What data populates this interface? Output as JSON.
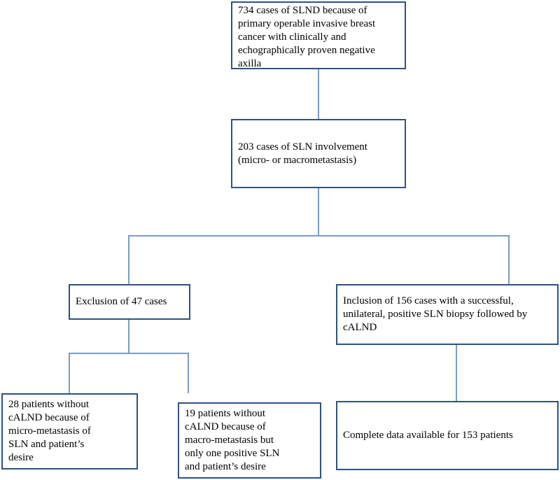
{
  "diagram": {
    "nodes": {
      "screened": {
        "lines": [
          "734 cases of SLND because of",
          "primary operable invasive breast",
          "cancer with clinically and",
          "echographically proven negative",
          "axilla"
        ]
      },
      "involved": {
        "lines": [
          "203 cases of SLN involvement",
          "(micro- or macrometastasis)"
        ]
      },
      "excluded": {
        "lines": [
          "Exclusion of 47 cases"
        ]
      },
      "included": {
        "lines": [
          "Inclusion of 156 cases with a successful,",
          "unilateral, positive SLN biopsy followed by",
          "cALND"
        ]
      },
      "excluded_micro": {
        "lines": [
          "28 patients without",
          "cALND because of",
          "micro-metastasis of",
          "SLN and patient’s",
          "desire"
        ]
      },
      "excluded_macro": {
        "lines": [
          "19 patients without",
          "cALND because of",
          "macro-metastasis but",
          "only one positive SLN",
          "and patient’s desire"
        ]
      },
      "complete": {
        "lines": [
          "Complete data available for 153 patients"
        ]
      }
    },
    "edges": [
      {
        "from": "screened",
        "to": "involved"
      },
      {
        "from": "involved",
        "to": "excluded"
      },
      {
        "from": "involved",
        "to": "included"
      },
      {
        "from": "excluded",
        "to": "excluded_micro"
      },
      {
        "from": "excluded",
        "to": "excluded_macro"
      },
      {
        "from": "included",
        "to": "complete"
      }
    ],
    "colors": {
      "box_border": "#2e5283",
      "connector": "#7a9cc2",
      "text": "#000000"
    }
  }
}
